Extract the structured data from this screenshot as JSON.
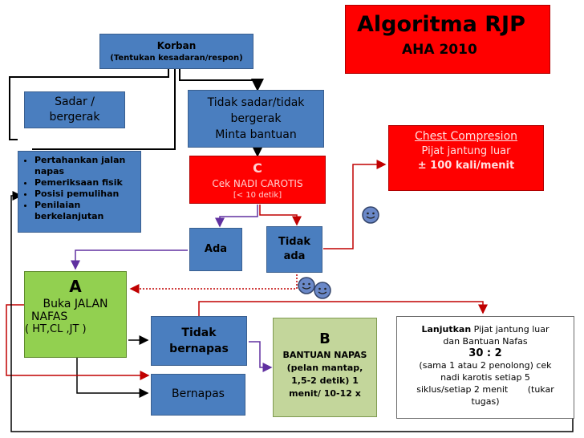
{
  "title": {
    "main": "Algoritma RJP",
    "sub": "AHA 2010"
  },
  "korban": {
    "title": "Korban",
    "sub": "(Tentukan kesadaran/respon)"
  },
  "sadar": {
    "line1": "Sadar /",
    "line2": "bergerak"
  },
  "tidak_sadar": {
    "line1": "Tidak sadar/tidak",
    "line2": "bergerak",
    "line3": "Minta bantuan"
  },
  "side_list": {
    "items": [
      "Pertahankan jalan napas",
      "Pemeriksaan fisik",
      "Posisi pemulihan",
      "Penilaian berkelanjutan"
    ]
  },
  "c_box": {
    "letter": "C",
    "line1": "Cek NADI CAROTIS",
    "line2": "[< 10 detik]"
  },
  "chest": {
    "title": "Chest Compresion",
    "line1": "Pijat jantung luar",
    "line2": "± 100 kali/menit"
  },
  "ada": {
    "label": "Ada"
  },
  "tidak_ada": {
    "line1": "Tidak",
    "line2": "ada"
  },
  "a_box": {
    "letter": "A",
    "line1": "Buka JALAN",
    "line2": "NAFAS",
    "line3": "( HT,CL ,JT )"
  },
  "tidak_bernapas": {
    "line1": "Tidak",
    "line2": "bernapas"
  },
  "bernapas": {
    "label": "Bernapas"
  },
  "b_box": {
    "letter": "B",
    "line1": "BANTUAN NAPAS",
    "line2": "(pelan mantap,",
    "line3": "1,5-2 detik) 1",
    "line4": "menit/ 10-12 x"
  },
  "lanjutkan": {
    "bold": "Lanjutkan",
    "line1": "Pijat jantung luar",
    "line2": "dan Bantuan Nafas",
    "ratio": "30 : 2",
    "line3": "(sama 1 atau 2 penolong) cek",
    "line4": "nadi karotis setiap 5",
    "line5": "siklus/setiap 2 menit",
    "line6": "(tukar",
    "line7": "tugas)"
  },
  "colors": {
    "blue": "#4a7ebf",
    "red": "#ff0000",
    "green": "#92d050",
    "light_green": "#c3d69b",
    "connector_dark": "#000000",
    "connector_red": "#c00000",
    "connector_purple": "#6030a0"
  },
  "icons": [
    "smiley-icon",
    "smiley-icon",
    "smiley-icon"
  ]
}
